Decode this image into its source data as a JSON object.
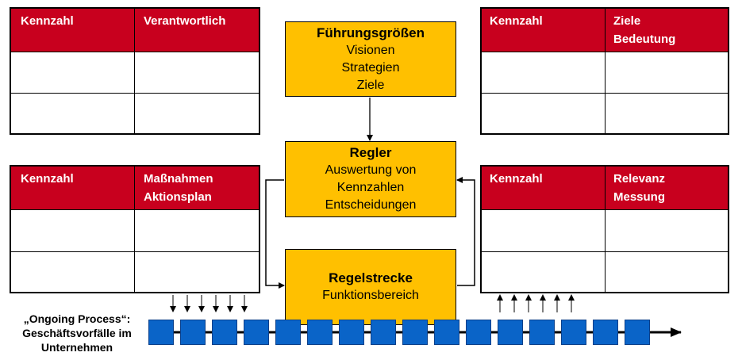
{
  "tables": {
    "top_left": {
      "col1": "Kennzahl",
      "col2": "Verantwortlich"
    },
    "top_right": {
      "col1": "Kennzahl",
      "col2": "Ziele Bedeutung"
    },
    "bottom_left": {
      "col1": "Kennzahl",
      "col2": "Maßnahmen Aktionsplan"
    },
    "bottom_right": {
      "col1": "Kennzahl",
      "col2": "Relevanz Messung"
    }
  },
  "boxes": {
    "fuehrung": {
      "title": "Führungsgrößen",
      "lines": [
        "Visionen",
        "Strategien",
        "Ziele"
      ]
    },
    "regler": {
      "title": "Regler",
      "lines": [
        "Auswertung von",
        "Kennzahlen",
        "Entscheidungen"
      ]
    },
    "regelstrecke": {
      "title": "Regelstrecke",
      "lines": [
        "Funktionsbereich"
      ]
    }
  },
  "process": {
    "label": "„Ongoing Process“: Geschäftsvorfälle im Unternehmen"
  },
  "colors": {
    "table_header": "#c8001e",
    "box_fill": "#ffc000",
    "process_box": "#0a64c8"
  }
}
